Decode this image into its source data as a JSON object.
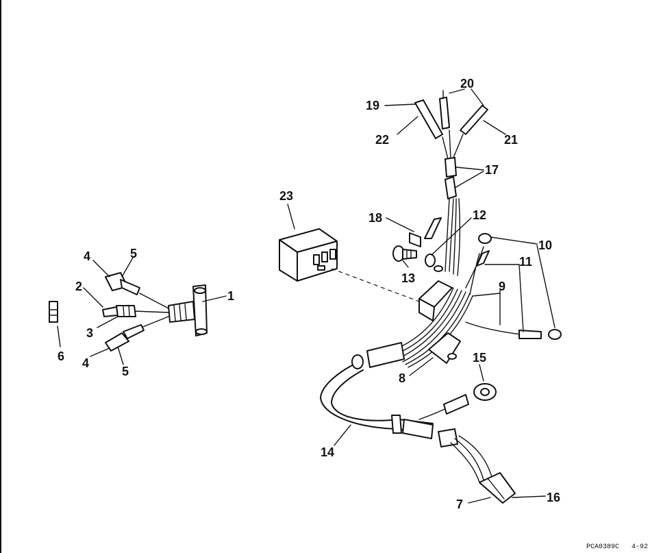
{
  "callouts": {
    "c1": "1",
    "c2": "2",
    "c3": "3",
    "c4a": "4",
    "c4b": "4",
    "c5a": "5",
    "c5b": "5",
    "c6": "6",
    "c7": "7",
    "c8": "8",
    "c9": "9",
    "c10": "10",
    "c11": "11",
    "c12": "12",
    "c13": "13",
    "c14": "14",
    "c15": "15",
    "c16": "16",
    "c17": "17",
    "c18": "18",
    "c19": "19",
    "c20": "20",
    "c21": "21",
    "c22": "22",
    "c23": "23"
  },
  "footer": {
    "figure_code": "PCA0389C",
    "page_ref": "4-92"
  }
}
